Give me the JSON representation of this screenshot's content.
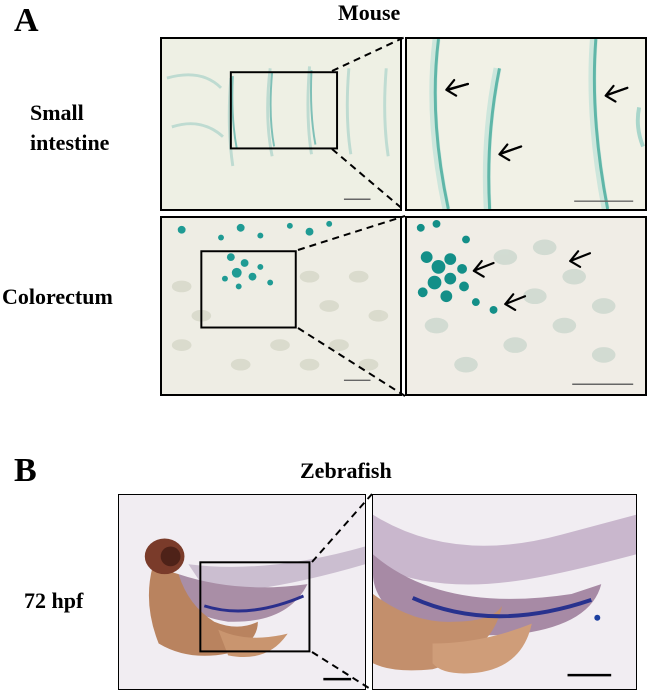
{
  "panel_a": {
    "letter": "A",
    "title": "Mouse",
    "rows": [
      {
        "label_line1": "Small",
        "label_line2": "intestine"
      },
      {
        "label": "Colorectum"
      }
    ]
  },
  "panel_b": {
    "letter": "B",
    "title": "Zebrafish",
    "row_label": "72 hpf"
  },
  "colors": {
    "stain_blue": "#2aa0a0",
    "tissue_bg": "#f1efe3",
    "fish_body": "#b88a6e",
    "fish_bg": "#efeaf0",
    "line": "#000000"
  }
}
